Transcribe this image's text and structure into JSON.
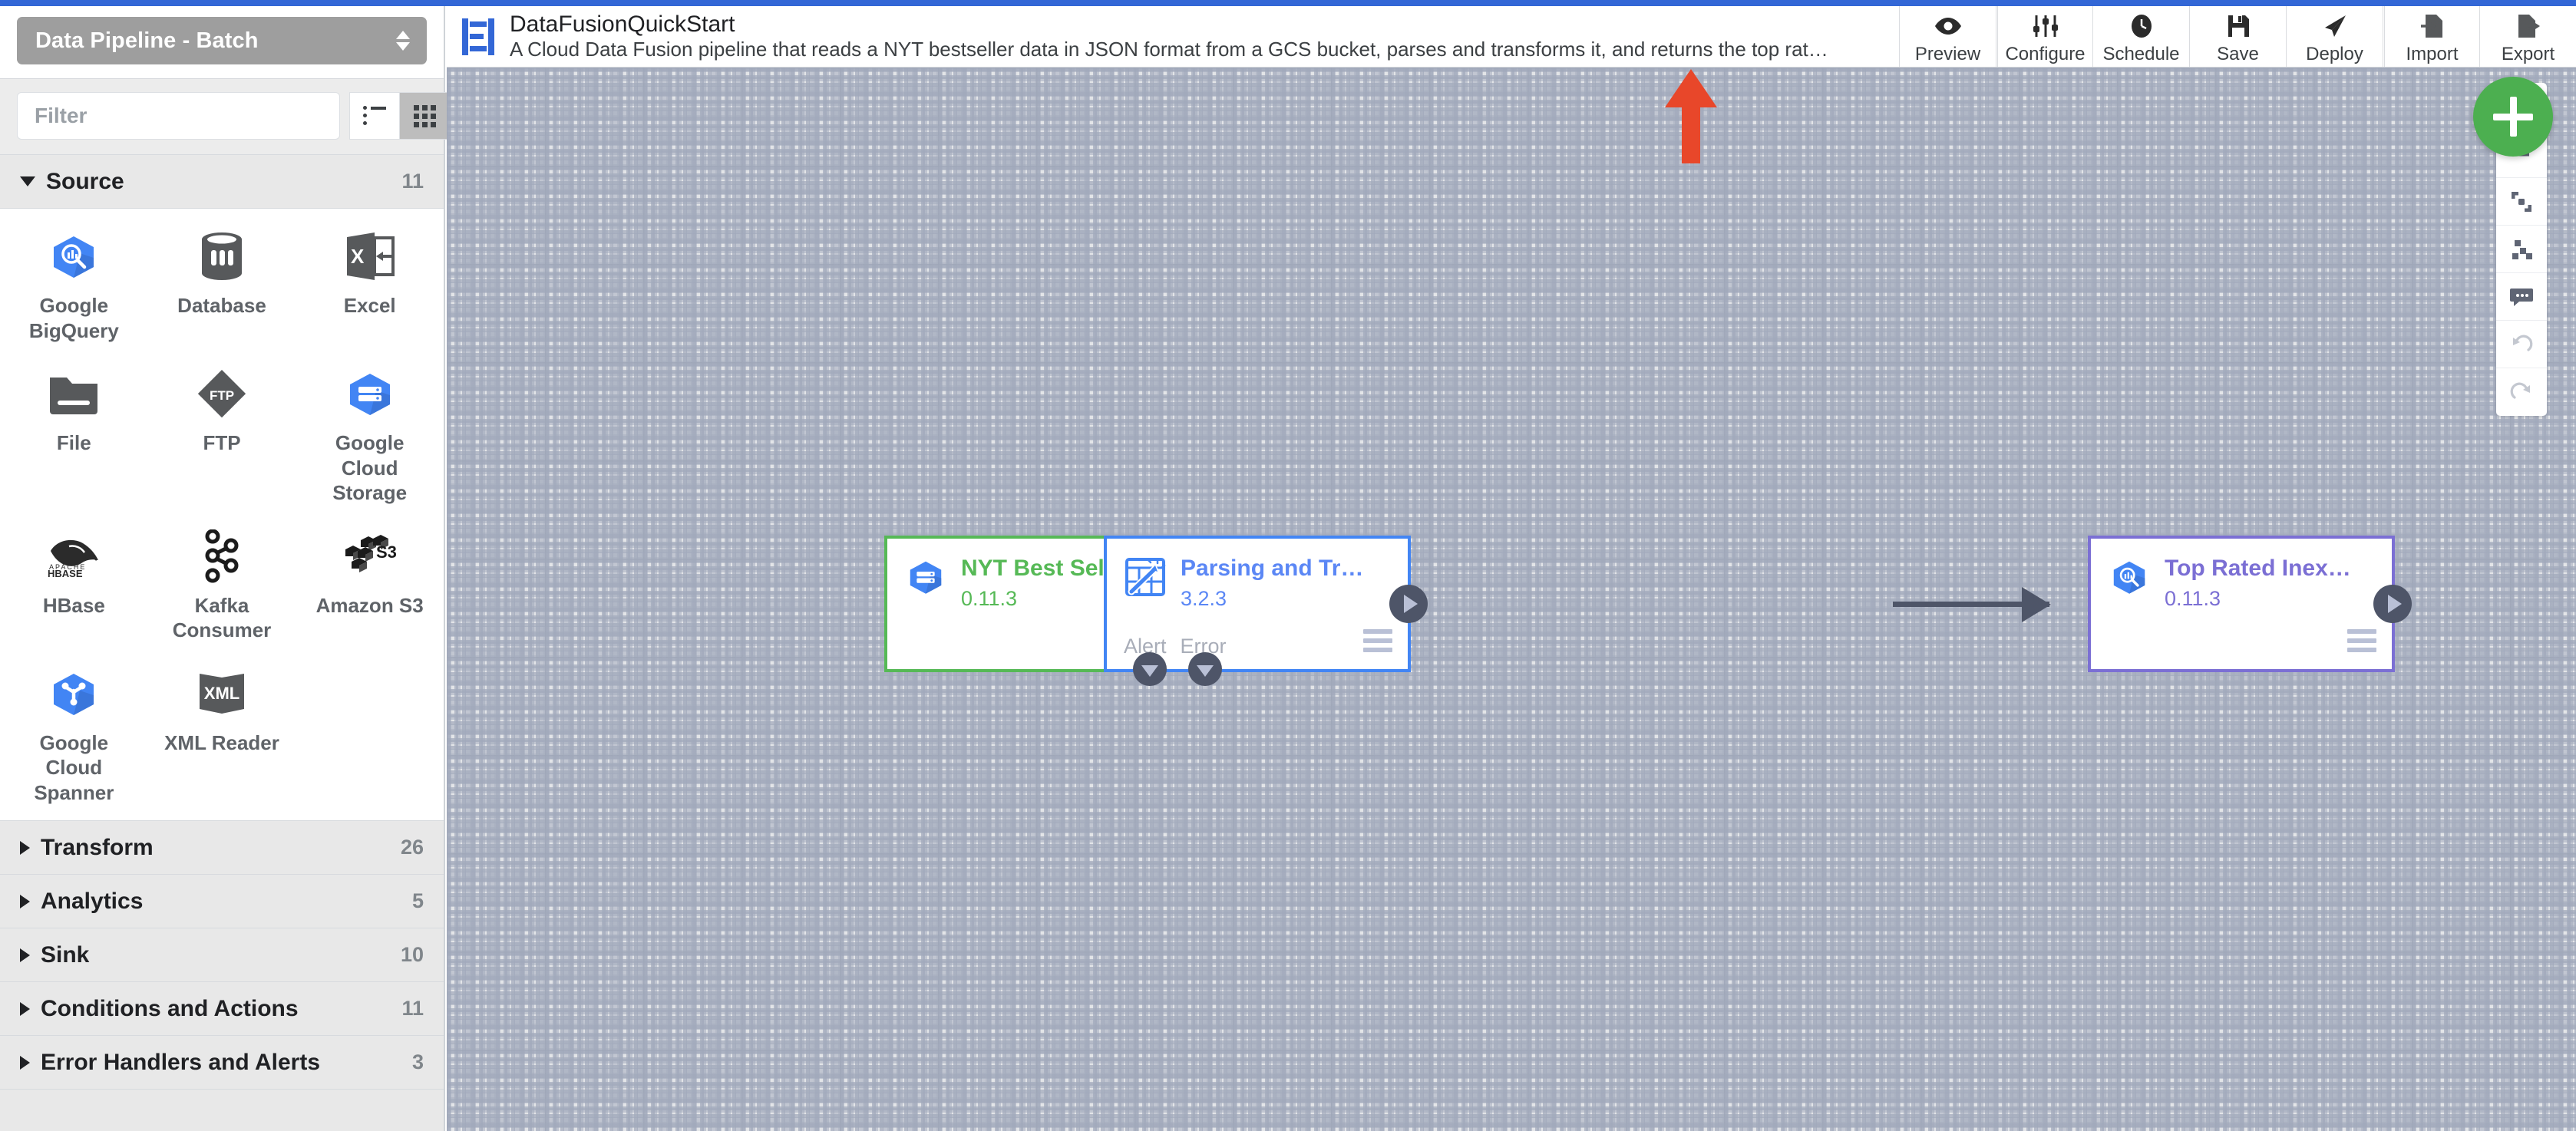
{
  "sidebar": {
    "pipeline_type": "Data Pipeline - Batch",
    "filter_placeholder": "Filter",
    "filter_value": "",
    "view_list_icon": "list-view-icon",
    "view_grid_icon": "grid-view-icon",
    "collapse_label": "«",
    "categories": [
      {
        "label": "Source",
        "count": "11",
        "expanded": true
      },
      {
        "label": "Transform",
        "count": "26",
        "expanded": false
      },
      {
        "label": "Analytics",
        "count": "5",
        "expanded": false
      },
      {
        "label": "Sink",
        "count": "10",
        "expanded": false
      },
      {
        "label": "Conditions and Actions",
        "count": "11",
        "expanded": false
      },
      {
        "label": "Error Handlers and Alerts",
        "count": "3",
        "expanded": false
      }
    ],
    "source_plugins": [
      {
        "label": "Google BigQuery",
        "icon": "google-bigquery-icon"
      },
      {
        "label": "Database",
        "icon": "database-icon"
      },
      {
        "label": "Excel",
        "icon": "excel-icon"
      },
      {
        "label": "File",
        "icon": "file-folder-icon"
      },
      {
        "label": "FTP",
        "icon": "ftp-icon"
      },
      {
        "label": "Google Cloud Storage",
        "icon": "google-cloud-storage-icon"
      },
      {
        "label": "HBase",
        "icon": "hbase-icon"
      },
      {
        "label": "Kafka Consumer",
        "icon": "kafka-icon"
      },
      {
        "label": "Amazon S3",
        "icon": "amazon-s3-icon"
      },
      {
        "label": "Google Cloud Spanner",
        "icon": "google-cloud-spanner-icon"
      },
      {
        "label": "XML Reader",
        "icon": "xml-reader-icon"
      }
    ]
  },
  "header": {
    "logo_icon": "cdap-logo-icon",
    "title": "DataFusionQuickStart",
    "description": "A Cloud Data Fusion pipeline that reads a NYT bestseller data in JSON format from a GCS bucket, parses and transforms it, and returns the top rated book…",
    "actions": [
      {
        "label": "Preview",
        "icon": "eye-icon"
      },
      {
        "label": "Configure",
        "icon": "sliders-icon"
      },
      {
        "label": "Schedule",
        "icon": "clock-icon"
      },
      {
        "label": "Save",
        "icon": "floppy-disk-icon"
      },
      {
        "label": "Deploy",
        "icon": "paper-plane-icon"
      },
      {
        "label": "Import",
        "icon": "import-icon"
      },
      {
        "label": "Export",
        "icon": "export-icon"
      }
    ]
  },
  "canvas": {
    "fab_icon": "add-plugin-icon",
    "controls": [
      {
        "icon": "zoom-in-icon",
        "name": "zoom-in",
        "disabled": false
      },
      {
        "icon": "zoom-out-icon",
        "name": "zoom-out",
        "disabled": false
      },
      {
        "icon": "fit-screen-icon",
        "name": "fit-to-screen",
        "disabled": false
      },
      {
        "icon": "align-nodes-icon",
        "name": "align-nodes",
        "disabled": false
      },
      {
        "icon": "comment-icon",
        "name": "comments",
        "disabled": false
      },
      {
        "icon": "undo-icon",
        "name": "undo",
        "disabled": true
      },
      {
        "icon": "redo-icon",
        "name": "redo",
        "disabled": true
      }
    ],
    "nodes": [
      {
        "name": "NYT Best Selle…",
        "version": "0.11.3",
        "kind": "source",
        "icon": "google-cloud-storage-icon",
        "accent": "#56b956",
        "ports": []
      },
      {
        "name": "Parsing and Tr…",
        "version": "3.2.3",
        "kind": "transform",
        "icon": "wrangler-icon",
        "accent": "#4285f4",
        "ports": [
          "Alert",
          "Error"
        ]
      },
      {
        "name": "Top Rated Inex…",
        "version": "0.11.3",
        "kind": "sink",
        "icon": "google-bigquery-icon",
        "accent": "#7b6fd4",
        "ports": []
      }
    ],
    "annotation": {
      "icon": "red-up-arrow-annotation",
      "color": "#e8472a",
      "points_at": "Deploy"
    }
  },
  "colors": {
    "brand_blue": "#3367d6",
    "source_green": "#56b956",
    "transform_blue": "#4285f4",
    "sink_purple": "#7b6fd4",
    "fab_green": "#4caf50",
    "annotation_red": "#e8472a",
    "canvas_bg": "#e3e5e8"
  }
}
